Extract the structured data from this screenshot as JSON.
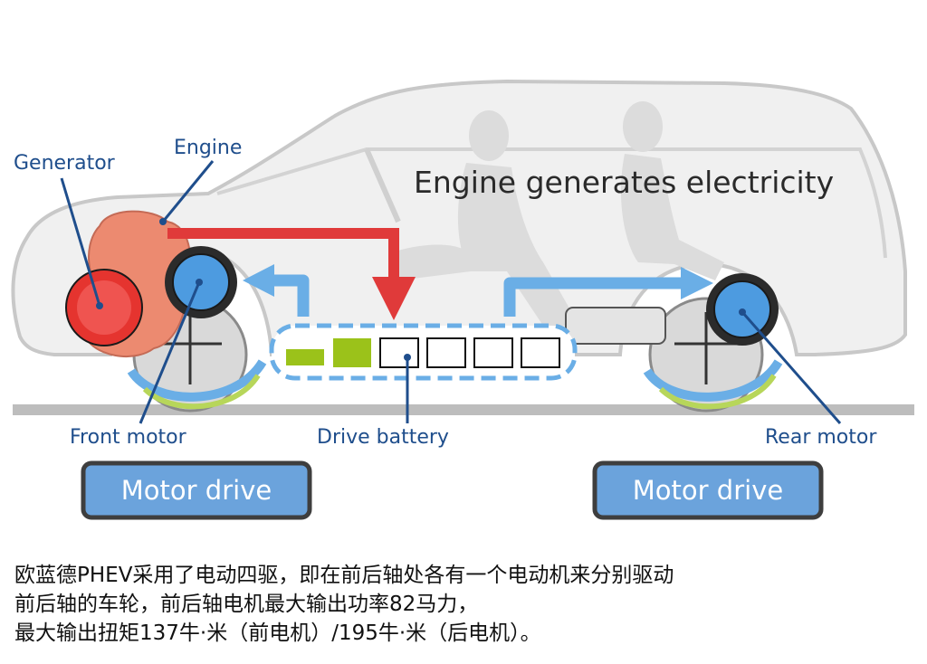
{
  "diagram": {
    "headline": "Engine generates electricity",
    "labels": {
      "generator": "Generator",
      "engine": "Engine",
      "front_motor": "Front motor",
      "drive_battery": "Drive battery",
      "rear_motor": "Rear motor"
    },
    "buttons": {
      "front": "Motor drive",
      "rear": "Motor drive"
    },
    "colors": {
      "label_blue": "#1f4e8c",
      "arrow_red": "#e03a3a",
      "arrow_blue": "#6aaee6",
      "battery_green": "#9bc21a",
      "generator_red": "#e5342f",
      "engine_salmon": "#ec8a70",
      "motor_blue": "#4d9be0",
      "button_blue": "#6ba3dc"
    },
    "battery": {
      "cells_total": 6,
      "cells_charged": 2
    }
  },
  "caption": {
    "lines": [
      "欧蓝德PHEV采用了电动四驱，即在前后轴处各有一个电动机来分别驱动",
      "前后轴的车轮，前后轴电机最大输出功率82马力，",
      "最大输出扭矩137牛·米（前电机）/195牛·米（后电机）。"
    ]
  }
}
